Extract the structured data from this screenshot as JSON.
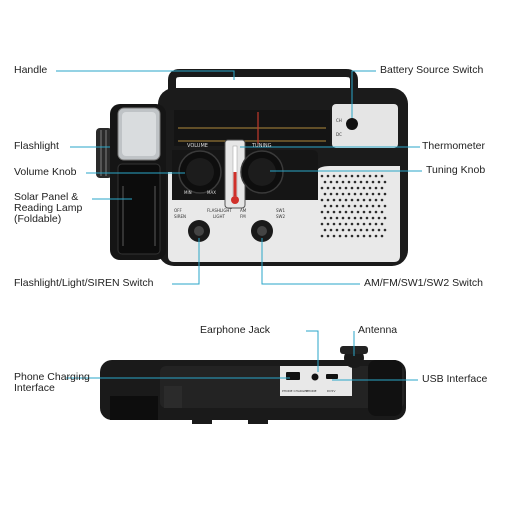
{
  "labels": {
    "handle": "Handle",
    "battery_source_switch": "Battery Source Switch",
    "flashlight": "Flashlight",
    "thermometer": "Thermometer",
    "volume_knob": "Volume Knob",
    "tuning_knob": "Tuning Knob",
    "solar_panel_line1": "Solar Panel &",
    "solar_panel_line2": "Reading Lamp",
    "solar_panel_line3": "(Foldable)",
    "flashlight_light_siren_switch": "Flashlight/Light/SIREN Switch",
    "band_switch": "AM/FM/SW1/SW2 Switch",
    "earphone_jack": "Earphone Jack",
    "antenna": "Antenna",
    "phone_charging_line1": "Phone Charging",
    "phone_charging_line2": "Interface",
    "usb_interface": "USB Interface"
  },
  "radio_markings": {
    "volume": "VOLUME",
    "tuning": "TUNING",
    "min": "MIN",
    "max": "MAX",
    "off": "OFF",
    "siren": "SIREN",
    "flashlight": "FLASHLIGHT",
    "light": "LIGHT",
    "am": "AM",
    "fm": "FM",
    "sw1": "SW1",
    "sw2": "SW2",
    "ch": "CH",
    "dc": "DC",
    "phone_charger": "PHONE CHARGER",
    "phone": "PHONE",
    "dc5v": "DC5V"
  },
  "colors": {
    "leader_line": "#2aa6c8",
    "body_dark": "#1b1b1b",
    "panel_light": "#e9e9e9",
    "dial_dark": "#141414"
  }
}
